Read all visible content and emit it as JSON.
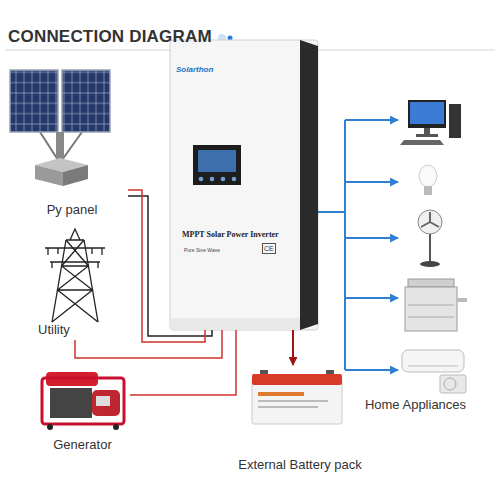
{
  "diagram": {
    "title": "CONNECTION DIAGRAM",
    "nodes": [
      {
        "text": [
          "Py panel"
        ]
      },
      {
        "text": [
          "Utility"
        ]
      },
      {
        "text": [
          "Generator"
        ]
      },
      {
        "text": [
          "Solarthon",
          "MPPT Solar Power Inverter",
          "Pure Sine Wave",
          "CE"
        ]
      },
      {
        "text": [
          "External Battery pack"
        ]
      },
      {
        "text": [
          "Home Appliances"
        ]
      }
    ],
    "edges": [
      {
        "from": 0,
        "to": 3,
        "arrow": "none"
      },
      {
        "from": 1,
        "to": 3,
        "arrow": "none"
      },
      {
        "from": 2,
        "to": 3,
        "arrow": "none"
      },
      {
        "from": 3,
        "to": 4,
        "arrow": "to"
      },
      {
        "from": 3,
        "to": 5,
        "arrow": "to"
      }
    ]
  }
}
